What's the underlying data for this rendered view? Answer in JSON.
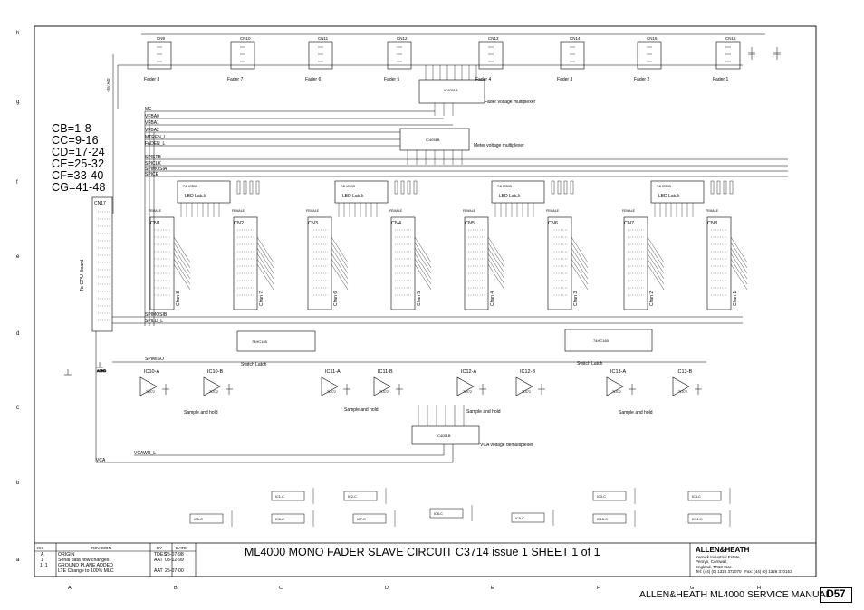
{
  "title_block": {
    "title": "ML4000 MONO FADER SLAVE CIRCUIT   C3714 issue 1   SHEET 1 of 1",
    "brand": "ALLEN&HEATH",
    "brand_address": "Kernick Industrial Estate,\nPenryn, Cornwall,\nEngland, TR10 9LU.\nTel: (44) (0) 1326 372070   Fax: (44) (0) 1326 370153",
    "revision_headers": {
      "iss": "ISS",
      "revision": "REVISION",
      "by": "BY",
      "date": "DATE"
    },
    "revisions": [
      {
        "iss": "A",
        "revision": "ORIGIN",
        "by": "TDES",
        "date": "25-07-98"
      },
      {
        "iss": "1",
        "revision": "Serial data flow changes",
        "by": "AAT",
        "date": "03-12-99"
      },
      {
        "iss": "1_1",
        "revision": "GROUND PLANE ADDED",
        "by": "",
        "date": ""
      },
      {
        "iss": "",
        "revision": "LTE Change to 100% MLC",
        "by": "AAT",
        "date": "25-07-00"
      }
    ]
  },
  "footer": {
    "manual": "ALLEN&HEATH  ML4000 SERVICE MANUAL",
    "page": "D57"
  },
  "legend": [
    "CB=1-8",
    "CC=9-16",
    "CD=17-24",
    "CE=25-32",
    "CF=33-40",
    "CG=41-48"
  ],
  "grid": {
    "rows": [
      "h",
      "g",
      "f",
      "e",
      "d",
      "c",
      "b",
      "a"
    ],
    "columns": [
      "A",
      "B",
      "C",
      "D",
      "E",
      "F",
      "G",
      "H"
    ]
  },
  "faders": [
    {
      "ref": "CN9",
      "label": "Fader 8"
    },
    {
      "ref": "CN10",
      "label": "Fader 7"
    },
    {
      "ref": "CN11",
      "label": "Fader 6"
    },
    {
      "ref": "CN12",
      "label": "Fader 5"
    },
    {
      "ref": "CN13",
      "label": "Fader 4"
    },
    {
      "ref": "CN14",
      "label": "Fader 3"
    },
    {
      "ref": "CN15",
      "label": "Fader 2"
    },
    {
      "ref": "CN16",
      "label": "Fader 1"
    }
  ],
  "blocks": {
    "fader_mux": "Fader voltage multiplexer",
    "meter_mux": "Meter voltage multiplexer",
    "vca_demux": "VCA voltage demultiplexer",
    "switch_latch": "Switch Latch",
    "led_latch": "LED Latch",
    "sample_hold": "Sample and hold",
    "ic_4051": "IC4051B",
    "ic_hc595": "74HC595",
    "ic_hc165": "74HC165",
    "opamp": "TL072",
    "to_cpu": "To CPU Board",
    "female": "FEMALE"
  },
  "connectors": {
    "cpu": "CN17",
    "channel": [
      "CN1",
      "CN2",
      "CN3",
      "CN4",
      "CN5",
      "CN6",
      "CN7",
      "CN8"
    ],
    "chan_labels": [
      "Chan 8",
      "Chan 7",
      "Chan 6",
      "Chan 5",
      "Chan 4",
      "Chan 3",
      "Chan 2",
      "Chan 1"
    ]
  },
  "signals": [
    "MF",
    "VFBA0",
    "VFBA1",
    "VFBA2",
    "MTREN_L",
    "FADEN_L",
    "SPISTB",
    "SPICLK",
    "SPIMOSIA",
    "SPICE",
    "SPIMOSIB",
    "SPILD_L",
    "SPIMISO",
    "VCAWR_L",
    "VCA",
    "+5V A/D"
  ],
  "opamps": [
    "IC10-A",
    "IC10-B",
    "IC11-A",
    "IC11-B",
    "IC12-A",
    "IC12-B",
    "IC13-A",
    "IC13-B"
  ],
  "decoupling": [
    "IC1-C",
    "IC2-C",
    "IC3-C",
    "IC4-C",
    "IC5-C",
    "IC6-C",
    "IC7-C",
    "IC8-C",
    "IC9-C",
    "IC10-C",
    "IC11-C",
    "IC12-C",
    "IC13-C"
  ],
  "ground": "AGND"
}
